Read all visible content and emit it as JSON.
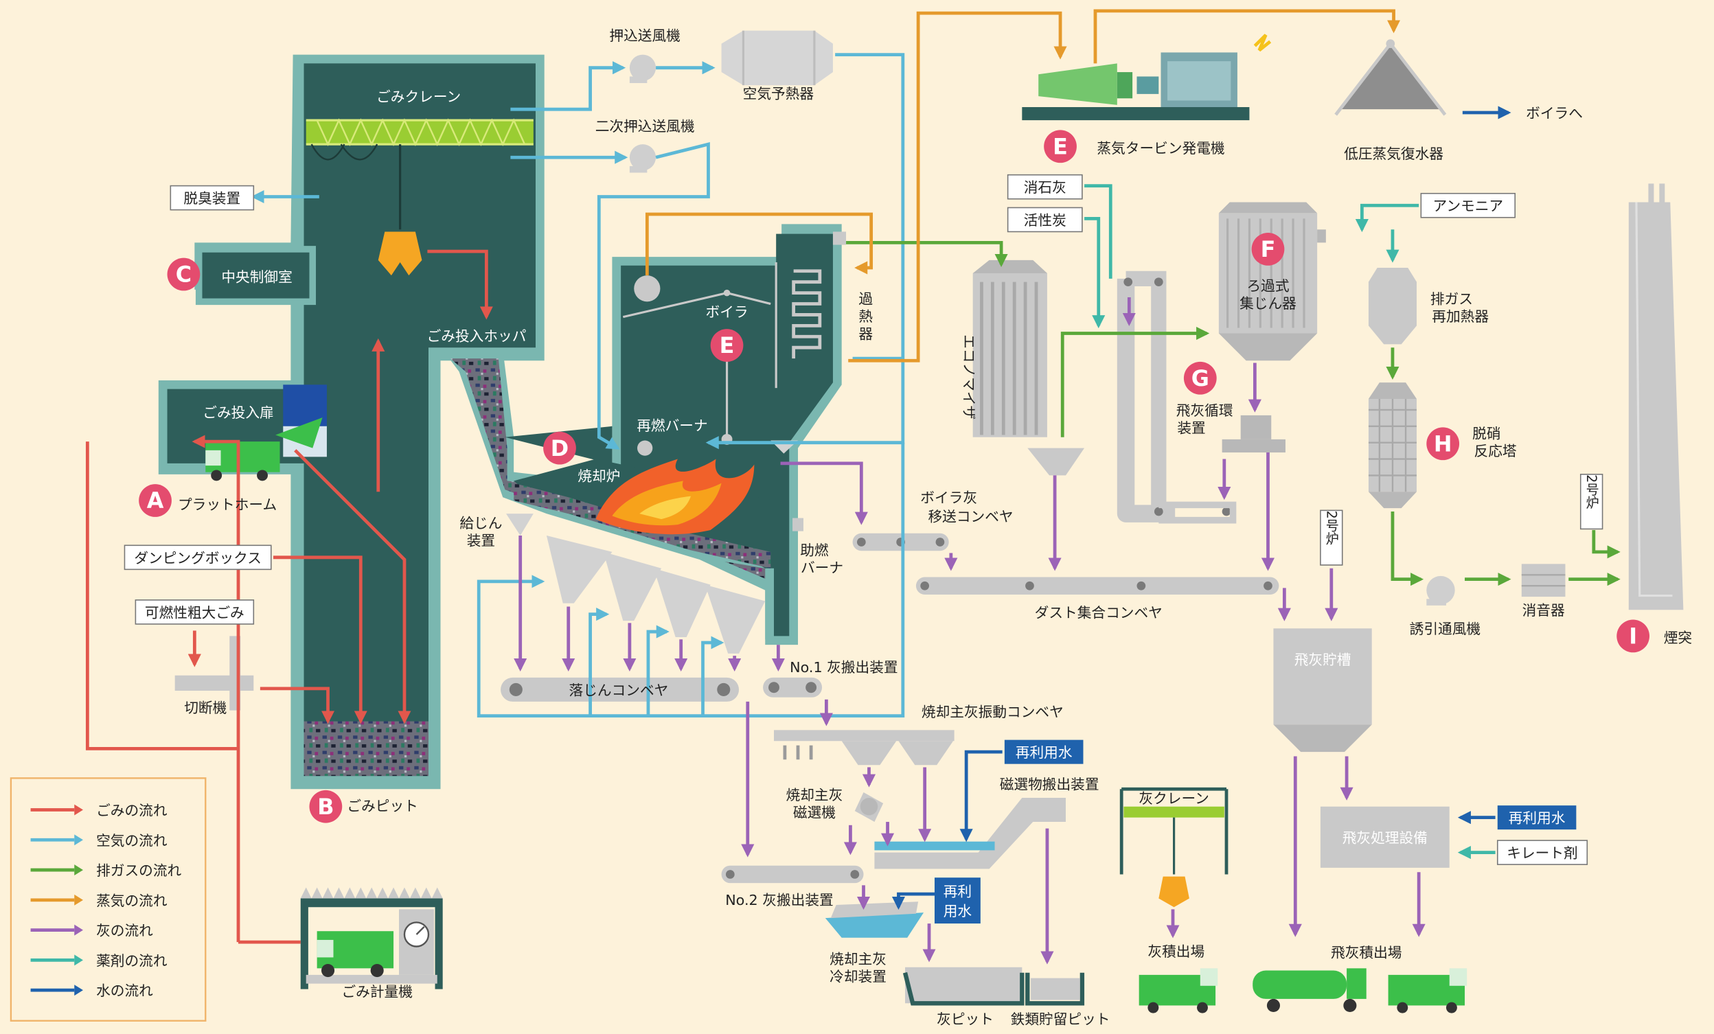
{
  "labels": {
    "crane": "ごみクレーン",
    "deodorizer": "脱臭装置",
    "control_room": "中央制御室",
    "hopper": "ごみ投入ホッパ",
    "entry_door": "ごみ投入扉",
    "platform": "プラットホーム",
    "dumping_box": "ダンピングボックス",
    "bulky_waste": "可燃性粗大ごみ",
    "shredder": "切断機",
    "pit": "ごみピット",
    "scale": "ごみ計量機",
    "fdf": "押込送風機",
    "secondary_fdf": "二次押込送風機",
    "air_preheater": "空気予熱器",
    "boiler": "ボイラ",
    "superheater_1": "過",
    "superheater_2": "熱",
    "superheater_3": "器",
    "reburn_burner": "再燃バーナ",
    "incinerator": "焼却炉",
    "feeder_1": "給じん",
    "feeder_2": "装置",
    "aux_burner_1": "助燃",
    "aux_burner_2": "バーナ",
    "siftings_conveyor": "落じんコンベヤ",
    "no1_discharge": "No.1 灰搬出装置",
    "turbine": "蒸気タービン発電機",
    "condenser": "低圧蒸気復水器",
    "to_boiler": "ボイラへ",
    "slaked_lime": "消石灰",
    "activated_carbon": "活性炭",
    "economizer": "エコノマイザ",
    "boiler_ash_conv_1": "ボイラ灰",
    "boiler_ash_conv_2": "移送コンベヤ",
    "bag_filter_1": "ろ過式",
    "bag_filter_2": "集じん器",
    "fly_ash_recirc_1": "飛灰循環",
    "fly_ash_recirc_2": "装置",
    "ammonia": "アンモニア",
    "reheater_1": "排ガス",
    "reheater_2": "再加熱器",
    "denox_1": "脱硝",
    "denox_2": "反応塔",
    "unit2_a": "2号炉",
    "unit2_b": "2号炉",
    "idf": "誘引通風機",
    "silencer": "消音器",
    "stack": "煙突",
    "dust_conveyor": "ダスト集合コンベヤ",
    "fly_ash_silo": "飛灰貯槽",
    "vib_conveyor": "焼却主灰振動コンベヤ",
    "magsep_1": "焼却主灰",
    "magsep_2": "磁選機",
    "reuse_water_1": "再利用水",
    "reuse_water_2a": "再利",
    "reuse_water_2b": "用水",
    "reuse_water_3": "再利用水",
    "magnetic_discharge": "磁選物搬出装置",
    "no2_discharge": "No.2 灰搬出装置",
    "ash_cooler_1": "焼却主灰",
    "ash_cooler_2": "冷却装置",
    "ash_pit": "灰ピット",
    "iron_pit": "鉄類貯留ピット",
    "ash_crane": "灰クレーン",
    "ash_loading": "灰積出場",
    "fly_ash_treatment": "飛灰処理設備",
    "chelate": "キレート剤",
    "fly_ash_loading": "飛灰積出場"
  },
  "badges": {
    "A": "A",
    "B": "B",
    "C": "C",
    "D": "D",
    "E1": "E",
    "E2": "E",
    "F": "F",
    "G": "G",
    "H": "H",
    "I": "I"
  },
  "legend": [
    {
      "label": "ごみの流れ",
      "color": "#e2574c"
    },
    {
      "label": "空気の流れ",
      "color": "#5cb8d6"
    },
    {
      "label": "排ガスの流れ",
      "color": "#5aa83a"
    },
    {
      "label": "蒸気の流れ",
      "color": "#e59a2c"
    },
    {
      "label": "灰の流れ",
      "color": "#9b63b7"
    },
    {
      "label": "薬剤の流れ",
      "color": "#3fb8a8"
    },
    {
      "label": "水の流れ",
      "color": "#1f62ad"
    }
  ],
  "colors": {
    "waste": "#e2574c",
    "air": "#5cb8d6",
    "exhaust": "#5aa83a",
    "steam": "#e59a2c",
    "ash": "#9b63b7",
    "chemical": "#3fb8a8",
    "water": "#1f62ad",
    "building": "#2e5e5a",
    "building_edge": "#7ab7b0",
    "badge": "#e44c6e",
    "background": "#fdf2da"
  }
}
